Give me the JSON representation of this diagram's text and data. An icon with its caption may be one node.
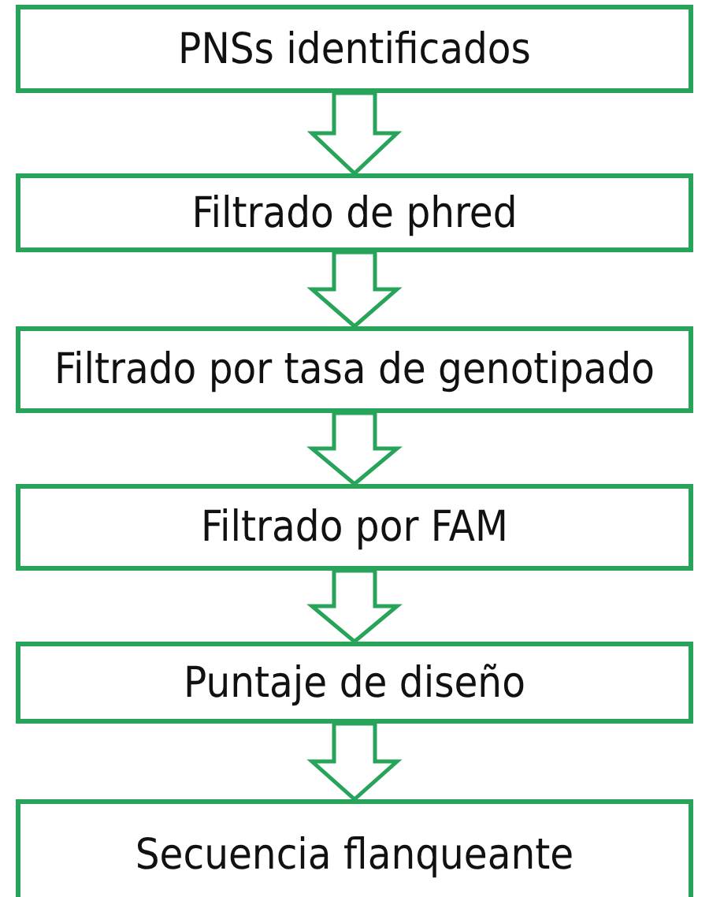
{
  "diagram": {
    "nodes": [
      {
        "text": [
          "PNSs identificados"
        ]
      },
      {
        "text": [
          "Filtrado de phred"
        ]
      },
      {
        "text": [
          "Filtrado por tasa de genotipado"
        ]
      },
      {
        "text": [
          "Filtrado por FAM"
        ]
      },
      {
        "text": [
          "Puntaje de diseño"
        ]
      },
      {
        "text": [
          "Secuencia flanqueante"
        ]
      }
    ],
    "edges": [
      {
        "from": 0,
        "to": 1,
        "arrow": "to"
      },
      {
        "from": 1,
        "to": 2,
        "arrow": "to"
      },
      {
        "from": 2,
        "to": 3,
        "arrow": "to"
      },
      {
        "from": 3,
        "to": 4,
        "arrow": "to"
      },
      {
        "from": 4,
        "to": 5,
        "arrow": "to"
      }
    ]
  }
}
